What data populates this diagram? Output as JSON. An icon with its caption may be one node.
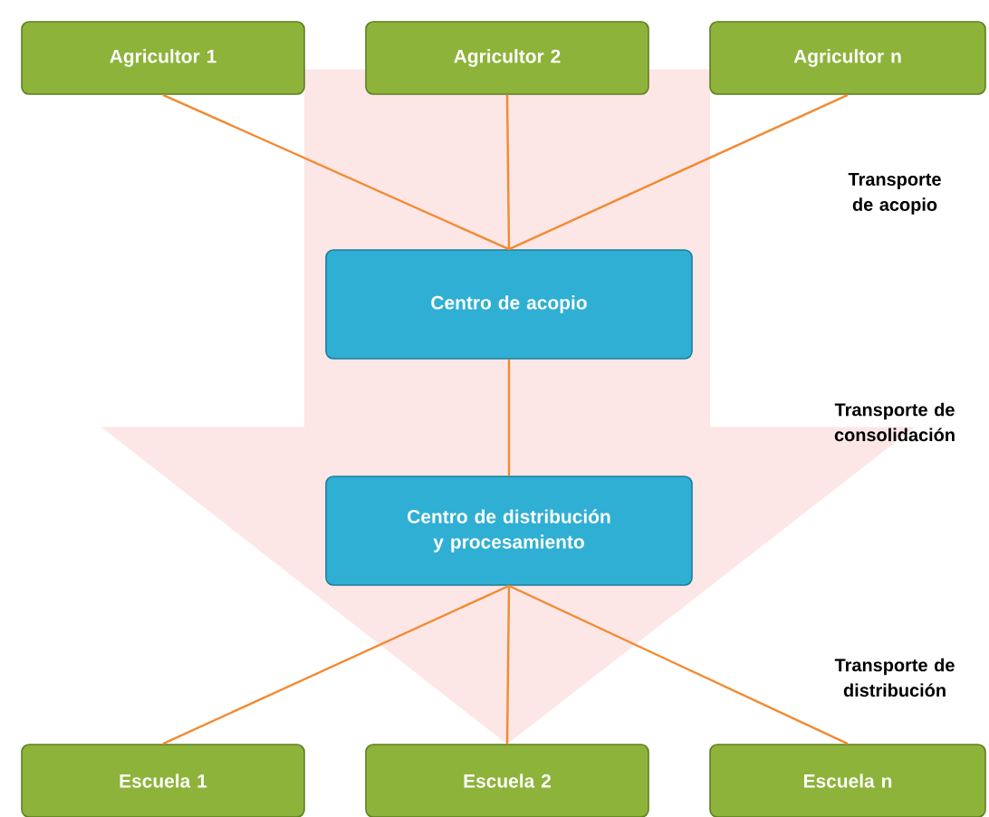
{
  "diagram": {
    "nodes": [
      {
        "text": [
          "Agricultor 1"
        ]
      },
      {
        "text": [
          "Agricultor 2"
        ]
      },
      {
        "text": [
          "Agricultor n"
        ]
      },
      {
        "text": [
          "Centro de acopio"
        ]
      },
      {
        "text": [
          "Centro de distribución y procesamiento"
        ]
      },
      {
        "text": [
          "Escuela 1"
        ]
      },
      {
        "text": [
          "Escuela 2"
        ]
      },
      {
        "text": [
          "Escuela n"
        ]
      }
    ],
    "edges": [
      {
        "from": 0,
        "to": 3,
        "arrow": "none"
      },
      {
        "from": 1,
        "to": 3,
        "arrow": "none"
      },
      {
        "from": 2,
        "to": 3,
        "arrow": "none"
      },
      {
        "from": 3,
        "to": 4,
        "arrow": "none"
      },
      {
        "from": 4,
        "to": 5,
        "arrow": "none"
      },
      {
        "from": 4,
        "to": 6,
        "arrow": "none"
      },
      {
        "from": 4,
        "to": 7,
        "arrow": "none"
      },
      {
        "from": 1,
        "to": 6,
        "arrow": "to",
        "style": "thick",
        "color": "#fde6e6"
      }
    ],
    "labels": [
      "Transporte de acopio",
      "Transporte de consolidación",
      "Transporte de distribución"
    ]
  }
}
